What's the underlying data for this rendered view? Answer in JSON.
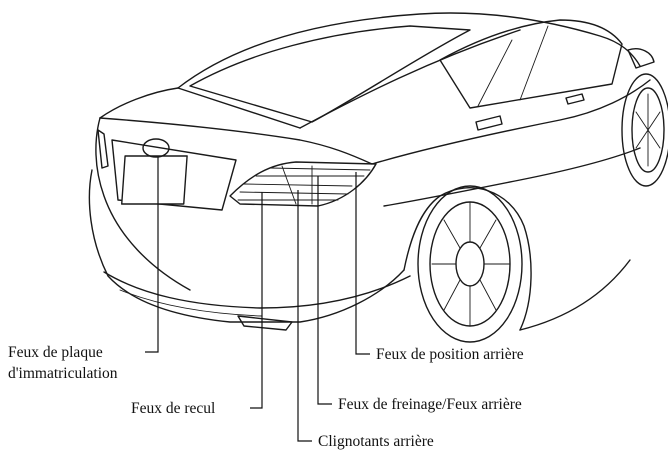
{
  "figure": {
    "labels": {
      "license_plate_light_line1": "Feux de plaque",
      "license_plate_light_line2": "d'immatriculation",
      "reverse_light": "Feux de recul",
      "brake_tail_light": "Feux de freinage/Feux arrière",
      "rear_position_light": "Feux de position arrière",
      "rear_turn_signal": "Clignotants arrière"
    }
  }
}
